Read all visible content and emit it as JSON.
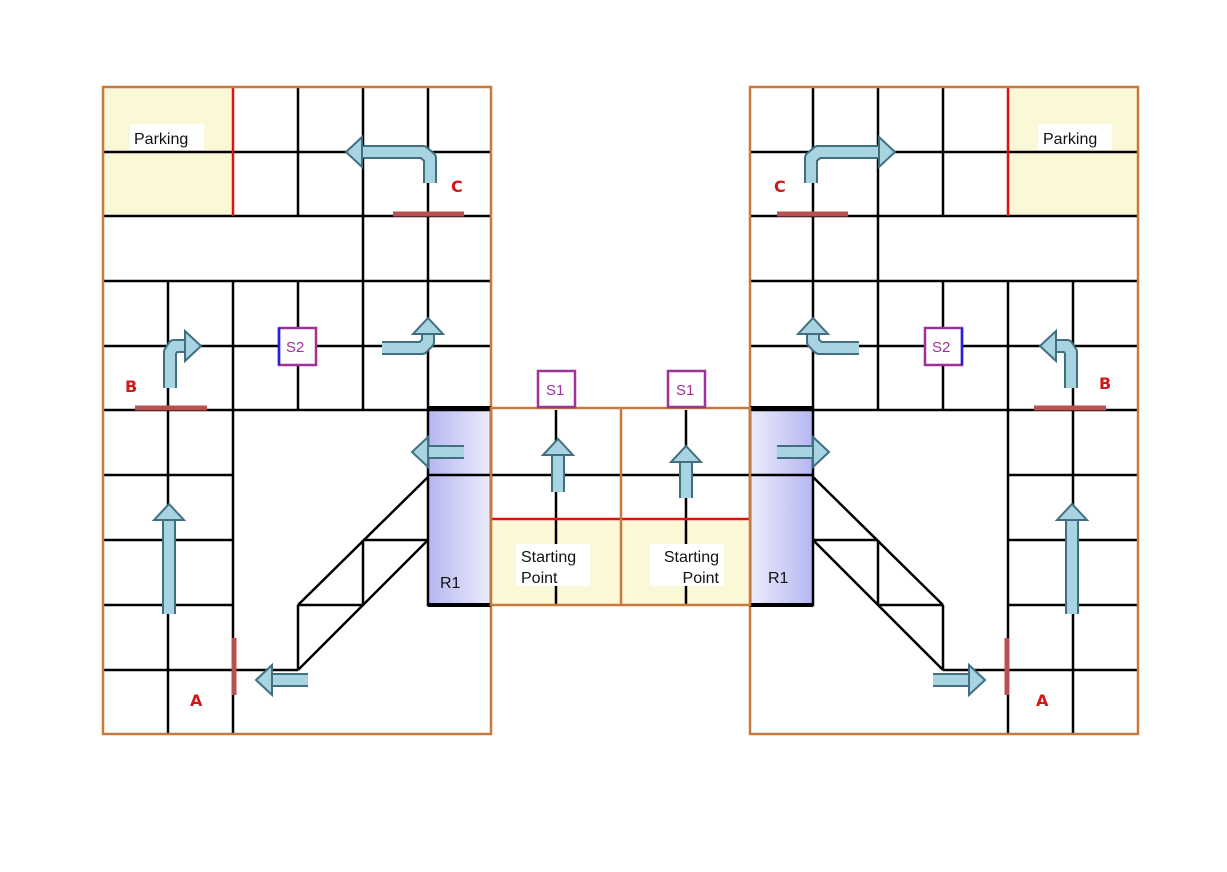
{
  "left_wing": {
    "parking_label": "Parking",
    "gate_labels": {
      "a": "A",
      "b": "B",
      "c": "C"
    },
    "sensor_label": "S2",
    "ramp_label": "R1"
  },
  "right_wing": {
    "parking_label": "Parking",
    "gate_labels": {
      "a": "A",
      "b": "B",
      "c": "C"
    },
    "sensor_label": "S2",
    "ramp_label": "R1"
  },
  "center": {
    "sensors": [
      "S1",
      "S1"
    ],
    "starting_points": [
      {
        "line1": "Starting",
        "line2": "Point"
      },
      {
        "line1": "Starting",
        "line2": "Point"
      }
    ]
  },
  "colors": {
    "border": "#c87a3c",
    "grid": "#000000",
    "zone_divider": "#e01010",
    "parking_fill": "#fbf8d8",
    "gate_bar": "#b85050",
    "arrow_fill": "#a8d4e2",
    "arrow_stroke": "#3f6f80",
    "ramp_fill": "#c4c4f4",
    "sensor_border": "#a0309a"
  }
}
